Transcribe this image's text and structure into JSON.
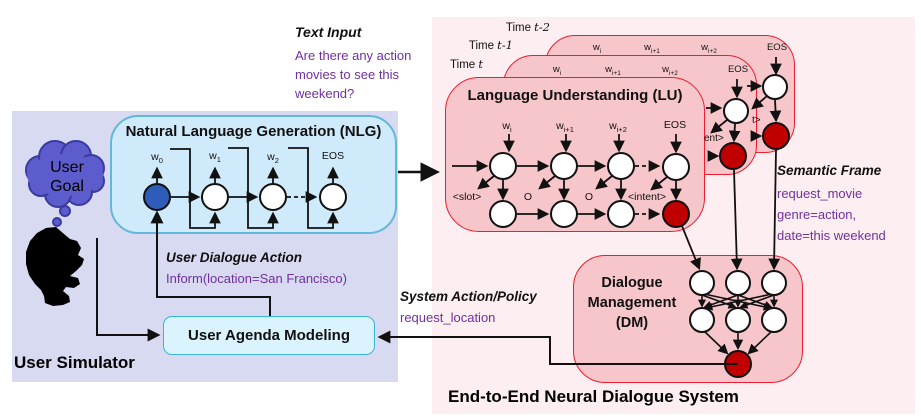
{
  "palette": {
    "purple_text": "#7030a0",
    "simulator_bg": "#d7daf0",
    "system_bg": "#fdeef1",
    "pink_box": "#f7c6ca",
    "red_border": "#ee1c2e",
    "red_node": "#c00000",
    "blue_node": "#2e5cb8",
    "nlg_fill": "#cfeafa",
    "nlg_border": "#62b8d8",
    "uam_fill": "#daf3fd",
    "uam_border": "#38b6d9",
    "bubble_fill": "#5c5ccd",
    "bubble_border": "#3a3aa0"
  },
  "text_input": {
    "title": "Text Input",
    "body": "Are there any action\nmovies to see this\nweekend?"
  },
  "user_simulator": {
    "region_label": "User Simulator",
    "user_goal": "User Goal",
    "nlg": {
      "title": "Natural Language Generation (NLG)",
      "labels": [
        {
          "b": "w",
          "s": "0"
        },
        {
          "b": "w",
          "s": "1"
        },
        {
          "b": "w",
          "s": "2"
        },
        {
          "b": "EOS",
          "s": ""
        }
      ]
    },
    "dialogue_action": {
      "title": "User Dialogue Action",
      "value": "Inform(location=San Francisco)"
    },
    "agenda": {
      "label": "User Agenda Modeling"
    }
  },
  "dialogue_system": {
    "region_label": "End-to-End Neural Dialogue System",
    "time_labels": [
      {
        "prefix": "Time ",
        "t": "t-2"
      },
      {
        "prefix": "Time ",
        "t": "t-1"
      },
      {
        "prefix": "Time ",
        "t": "t"
      }
    ],
    "lu": {
      "title": "Language Understanding (LU)",
      "w_labels": [
        {
          "b": "w",
          "s": "i"
        },
        {
          "b": "w",
          "s": "i+1"
        },
        {
          "b": "w",
          "s": "i+2"
        },
        {
          "b": "EOS",
          "s": ""
        }
      ],
      "tags": [
        "<slot>",
        "O",
        "O",
        "<intent>"
      ],
      "clipped_intent_t1": "ent>",
      "clipped_intent_t2": "t>"
    },
    "dm": {
      "title": "Dialogue\nManagement\n(DM)"
    },
    "semantic_frame": {
      "title": "Semantic Frame",
      "value": "request_movie\ngenre=action,\ndate=this weekend"
    },
    "system_action": {
      "title": "System Action/Policy",
      "value": "request_location"
    }
  }
}
